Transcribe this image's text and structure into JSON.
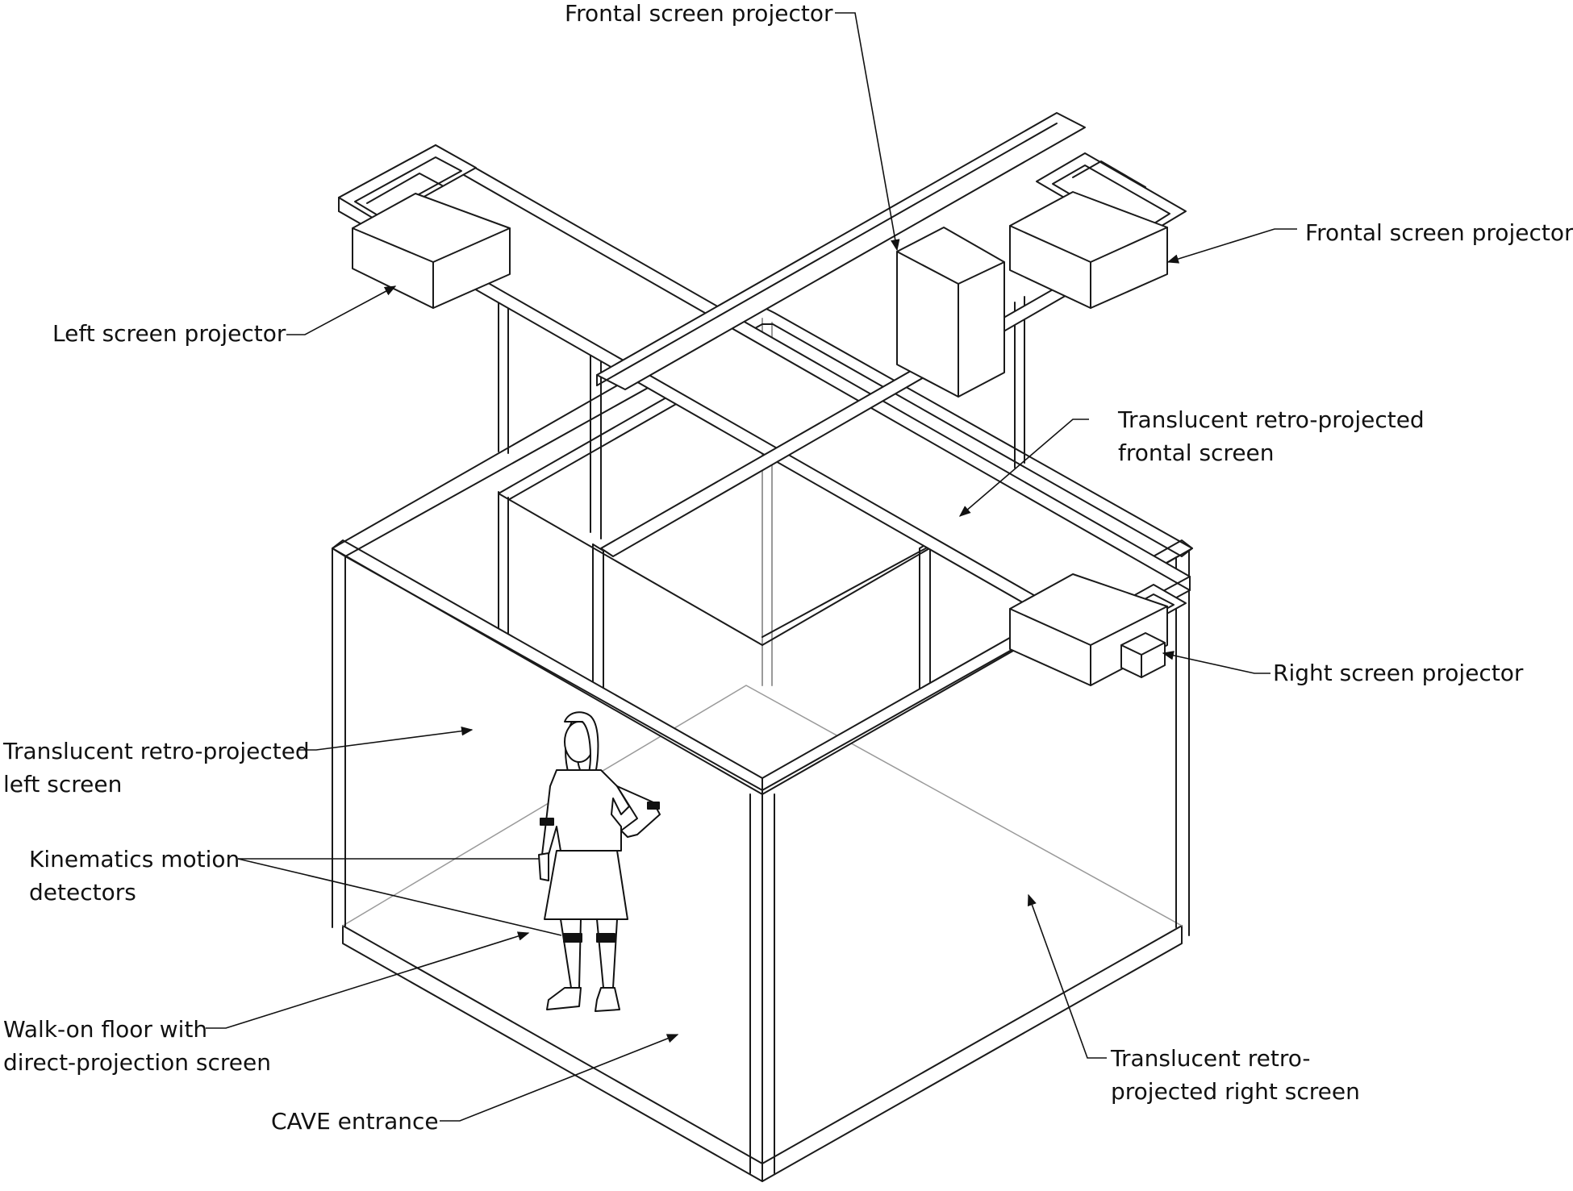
{
  "labels": {
    "frontal_top": "Frontal screen projector",
    "frontal_right": "Frontal screen projector",
    "left_projector": "Left screen projector",
    "frontal_screen_1": "Translucent retro-projected",
    "frontal_screen_2": "frontal screen",
    "right_projector": "Right screen projector",
    "left_screen_1": "Translucent retro-projected",
    "left_screen_2": "left screen",
    "kinematics_1": "Kinematics motion",
    "kinematics_2": "detectors",
    "floor_1": "Walk-on floor with",
    "floor_2": "direct-projection screen",
    "cave_entrance": "CAVE entrance",
    "right_screen_1": "Translucent retro-",
    "right_screen_2": "projected right screen"
  },
  "colors": {
    "ink": "#111111",
    "frame": "#1a1a1a",
    "paper": "#ffffff",
    "faint": "#9a9a9a"
  }
}
